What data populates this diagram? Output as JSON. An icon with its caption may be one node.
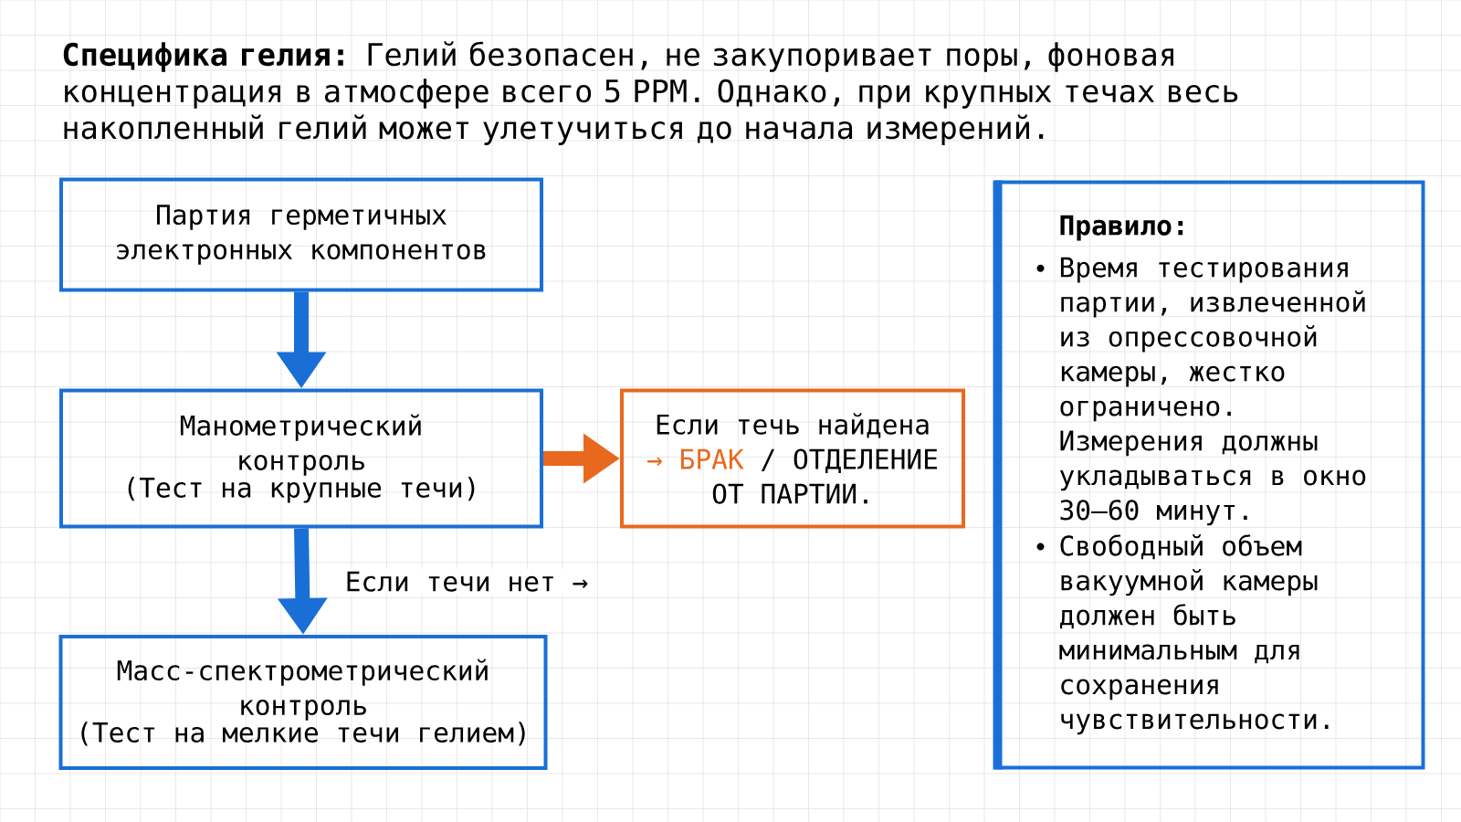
{
  "diagram": {
    "title": "**Специфика гелия:** Гелий безопасен, не закупоривает поры, фоновая концентрация в атмосфере всего 5 PPM. Однако, при крупных течах весь накопленный гелий может улетучиться до начала измерений.",
    "nodes": [
      {
        "text": [
          "Партия герметичных электронных компонентов"
        ]
      },
      {
        "text": [
          "Манометрический контроль",
          "(Тест на крупные течи)"
        ]
      },
      {
        "text": [
          "Масс-спектрометрический контроль",
          "(Тест на мелкие течи гелием)"
        ]
      },
      {
        "text": [
          "Если течь найдена",
          "→ БРАК",
          "/ ОТДЕЛЕНИЕ ОТ ПАРТИИ."
        ]
      },
      {
        "text": [
          "Правило:",
          "Время тестирования партии, извлеченной из опрессовочной камеры, жестко ограничено. Измерения должны укладываться в окно 30–60 минут.",
          "Свободный объем вакуумной камеры должен быть минимальным для сохранения чувствительности."
        ]
      }
    ],
    "edges": [
      {
        "from": 0,
        "to": 1,
        "arrow": "to"
      },
      {
        "from": 1,
        "to": 2,
        "arrow": "to",
        "label": "Если течи нет →"
      },
      {
        "from": 1,
        "to": 3,
        "arrow": "to",
        "color": "#e8691e"
      }
    ]
  }
}
